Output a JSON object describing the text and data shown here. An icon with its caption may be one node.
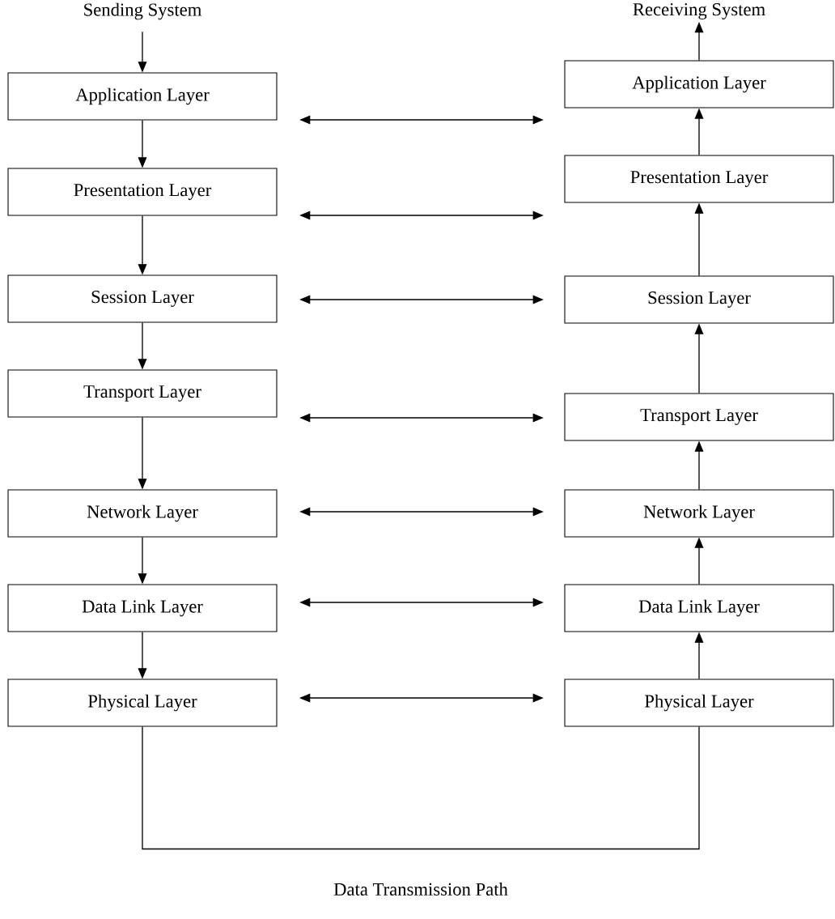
{
  "diagram": {
    "nodes": [
      {
        "text": [
          "Sending System"
        ]
      },
      {
        "text": [
          "Application Layer"
        ]
      },
      {
        "text": [
          "Presentation Layer"
        ]
      },
      {
        "text": [
          "Session Layer"
        ]
      },
      {
        "text": [
          "Transport Layer"
        ]
      },
      {
        "text": [
          "Network Layer"
        ]
      },
      {
        "text": [
          "Data Link Layer"
        ]
      },
      {
        "text": [
          "Physical Layer"
        ]
      },
      {
        "text": [
          "Receiving System"
        ]
      },
      {
        "text": [
          "Application Layer"
        ]
      },
      {
        "text": [
          "Presentation Layer"
        ]
      },
      {
        "text": [
          "Session Layer"
        ]
      },
      {
        "text": [
          "Transport Layer"
        ]
      },
      {
        "text": [
          "Network Layer"
        ]
      },
      {
        "text": [
          "Data Link Layer"
        ]
      },
      {
        "text": [
          "Physical Layer"
        ]
      }
    ],
    "edges": [
      {
        "from": 0,
        "to": 1,
        "arrow": "to"
      },
      {
        "from": 1,
        "to": 2,
        "arrow": "to"
      },
      {
        "from": 2,
        "to": 3,
        "arrow": "to"
      },
      {
        "from": 3,
        "to": 4,
        "arrow": "to"
      },
      {
        "from": 4,
        "to": 5,
        "arrow": "to"
      },
      {
        "from": 5,
        "to": 6,
        "arrow": "to"
      },
      {
        "from": 6,
        "to": 7,
        "arrow": "to"
      },
      {
        "from": 15,
        "to": 14,
        "arrow": "to"
      },
      {
        "from": 14,
        "to": 13,
        "arrow": "to"
      },
      {
        "from": 13,
        "to": 12,
        "arrow": "to"
      },
      {
        "from": 12,
        "to": 11,
        "arrow": "to"
      },
      {
        "from": 11,
        "to": 10,
        "arrow": "to"
      },
      {
        "from": 10,
        "to": 9,
        "arrow": "to"
      },
      {
        "from": 9,
        "to": 8,
        "arrow": "to"
      },
      {
        "from": 1,
        "to": 9,
        "arrow": "both"
      },
      {
        "from": 2,
        "to": 10,
        "arrow": "both"
      },
      {
        "from": 3,
        "to": 11,
        "arrow": "both"
      },
      {
        "from": 4,
        "to": 12,
        "arrow": "both"
      },
      {
        "from": 5,
        "to": 13,
        "arrow": "both"
      },
      {
        "from": 6,
        "to": 14,
        "arrow": "both"
      },
      {
        "from": 7,
        "to": 15,
        "arrow": "both"
      },
      {
        "from": 7,
        "to": 15,
        "arrow": "none",
        "label": "Data Transmission Path"
      }
    ]
  }
}
